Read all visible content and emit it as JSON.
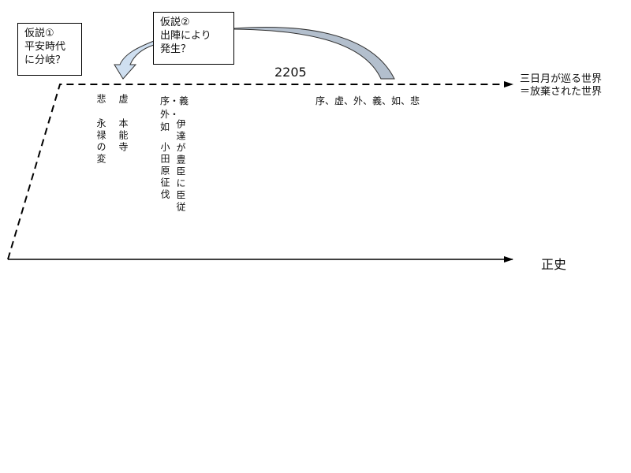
{
  "hypothesis1": {
    "lines": "仮説①\n平安時代\nに分岐？"
  },
  "hypothesis2": {
    "lines": "仮説②\n出陣により\n発生？"
  },
  "year": "2205",
  "branch_world": {
    "lines": "三日月が巡る世界\n＝放棄された世界"
  },
  "main_history": "正史",
  "branch_members": "序、虚、外、義、如、悲",
  "events": {
    "col1_head": "悲",
    "col1_event": "永禄の変",
    "col2_head": "虚",
    "col2_event": "本能寺",
    "col3_row1": "序・義",
    "col3_row2": "外・",
    "col3_row3": "如",
    "col3_event": "小田原征伐",
    "col4_event": "伊達が豊臣に臣従"
  },
  "colors": {
    "left_arrow": "#cfdff0",
    "right_arrow": "#b3bfcd"
  }
}
